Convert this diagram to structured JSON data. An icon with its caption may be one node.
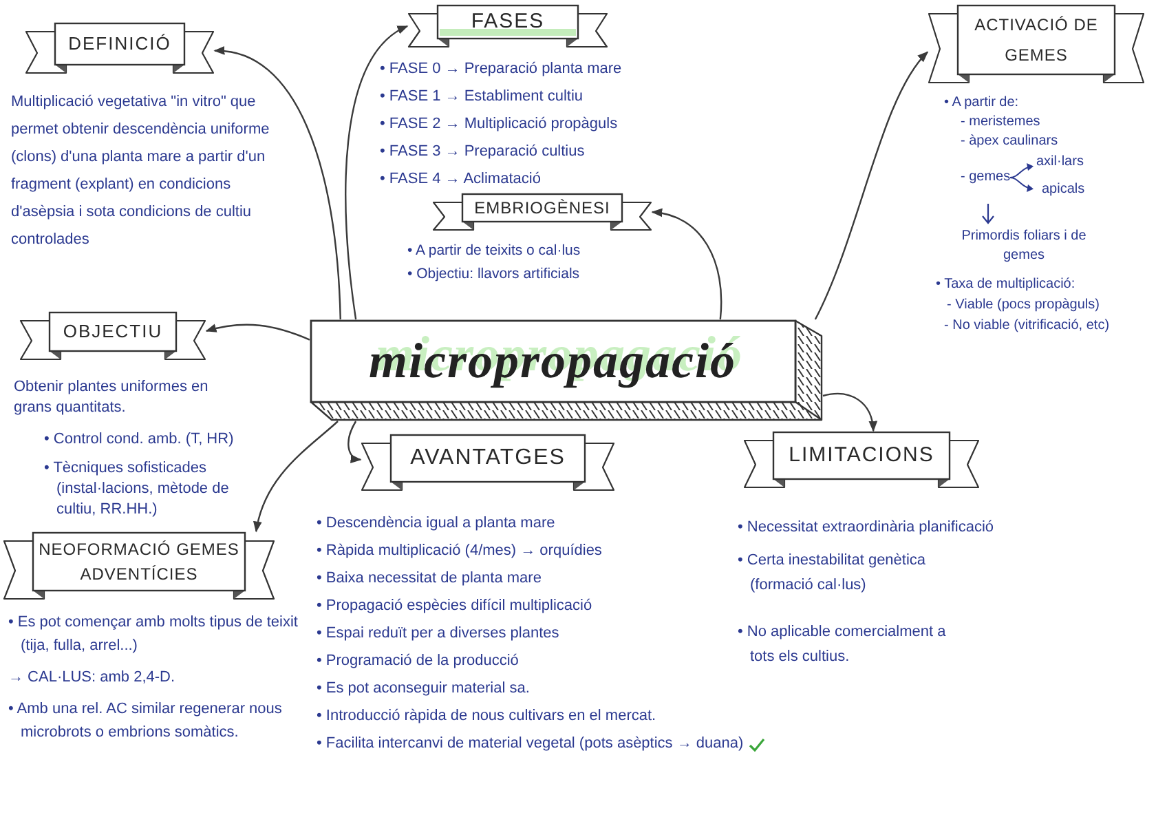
{
  "diagram": {
    "nodes": [
      {
        "text": [
          "micropropagació"
        ]
      },
      {
        "text": [
          "DEFINICIÓ"
        ],
        "beside": [
          "Multiplicació vegetativa \"in vitro\" que permet obtenir descendència uniforme (clons) d'una planta mare a partir d'un fragment (explant) en condicions d'asèpsia i sota condicions de cultiu controlades"
        ]
      },
      {
        "text": [
          "FASES"
        ],
        "beside": [
          "• FASE 0 → Preparació planta mare",
          "• FASE 1 → Establiment cultiu",
          "• FASE 2 → Multiplicació propàguls",
          "• FASE 3 → Preparació cultius",
          "• FASE 4 → Aclimatació"
        ]
      },
      {
        "text": [
          "EMBRIOGÈNESI"
        ],
        "beside": [
          "• A partir de teixits o cal·lus",
          "• Objectiu: llavors artificials"
        ]
      },
      {
        "text": [
          "ACTIVACIÓ DE GEMES"
        ],
        "beside": [
          "• A partir de:",
          "- meristemes",
          "- àpex caulinars",
          "- gemes",
          "axil·lars",
          "apicals",
          "Primordis foliars i de gemes",
          "• Taxa de multiplicació:",
          "- Viable (pocs propàguls)",
          "- No viable (vitrificació, etc)"
        ]
      },
      {
        "text": [
          "OBJECTIU"
        ],
        "beside": [
          "Obtenir plantes uniformes en grans quantitats.",
          "• Control cond. amb. (T, HR)",
          "• Tècniques sofisticades (instal·lacions, mètode de cultiu, RR.HH.)"
        ]
      },
      {
        "text": [
          "NEOFORMACIÓ GEMES ADVENTÍCIES"
        ],
        "beside": [
          "• Es pot començar amb molts tipus de teixit (tija, fulla, arrel...)",
          "→ CAL·LUS: amb 2,4-D.",
          "• Amb una rel. AC similar regenerar nous microbrots o embrions somàtics."
        ]
      },
      {
        "text": [
          "AVANTATGES"
        ],
        "beside": [
          "• Descendència igual a planta mare",
          "• Ràpida multiplicació (4/mes) → orquídies",
          "• Baixa necessitat de planta mare",
          "• Propagació espècies difícil multiplicació",
          "• Espai reduït per a diverses plantes",
          "• Programació de la producció",
          "• Es pot aconseguir material sa.",
          "• Introducció ràpida de nous cultivars en el mercat.",
          "• Facilita intercanvi de material vegetal (pots asèptics → duana)"
        ]
      },
      {
        "text": [
          "LIMITACIONS"
        ],
        "beside": [
          "• Necessitat extraordinària planificació",
          "• Certa inestabilitat genètica (formació cal·lus)",
          "• No aplicable comercialment a tots els cultius."
        ]
      }
    ],
    "edges": [
      {
        "from": 0,
        "to": 1,
        "arrow": "to"
      },
      {
        "from": 0,
        "to": 2,
        "arrow": "to"
      },
      {
        "from": 0,
        "to": 3,
        "arrow": "to"
      },
      {
        "from": 0,
        "to": 4,
        "arrow": "to"
      },
      {
        "from": 0,
        "to": 5,
        "arrow": "to"
      },
      {
        "from": 0,
        "to": 6,
        "arrow": "to"
      },
      {
        "from": 0,
        "to": 7,
        "arrow": "to"
      },
      {
        "from": 0,
        "to": 8,
        "arrow": "to"
      }
    ]
  }
}
